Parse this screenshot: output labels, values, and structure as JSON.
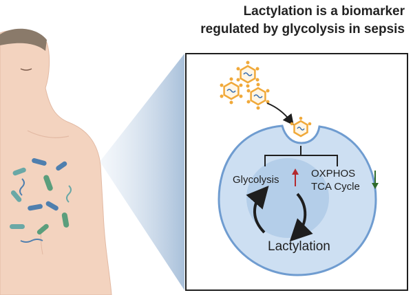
{
  "title": {
    "line1": "Lactylation is a biomarker",
    "line2": "regulated by glycolysis in sepsis"
  },
  "labels": {
    "glycolysis": "Glycolysis",
    "oxphos": "OXPHOS",
    "tca": "TCA Cycle",
    "lactylation": "Lactylation"
  },
  "colors": {
    "cell_fill": "#cddff2",
    "nucleus_fill": "#a9c6e6",
    "cell_stroke": "#6f9cd0",
    "up_arrow": "#b3282d",
    "down_arrow": "#2f6b2a",
    "virus": "#f0a93a",
    "skin": "#f3d3bf"
  }
}
